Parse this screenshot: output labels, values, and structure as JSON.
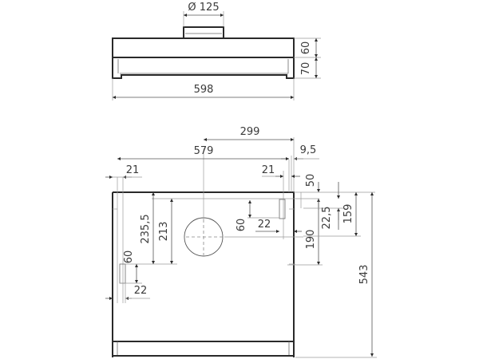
{
  "drawing": {
    "title": "Cooker hood dimensional drawing",
    "colors": {
      "outline": "#2a2a2a",
      "dimension": "#555555",
      "text": "#3a3a3a",
      "background": "#ffffff"
    },
    "side_view": {
      "outlet_diameter": "Ø 125",
      "upper_height": "60",
      "lower_height": "70",
      "total_width": "598"
    },
    "top_view": {
      "center_offset": "299",
      "inner_width": "579",
      "side_offset": "9,5",
      "left_edge_offset": "21",
      "right_edge_offset": "21",
      "top_offset": "50",
      "left_bracket_from_top": "235,5",
      "outlet_center_from_top": "213",
      "left_bracket_height": "60",
      "left_bracket_width": "22",
      "right_bracket_height": "60",
      "right_bracket_width": "22",
      "right_bracket_from_top": "22,5",
      "right_dist_190": "190",
      "right_dist_159": "159",
      "total_depth": "543"
    }
  }
}
